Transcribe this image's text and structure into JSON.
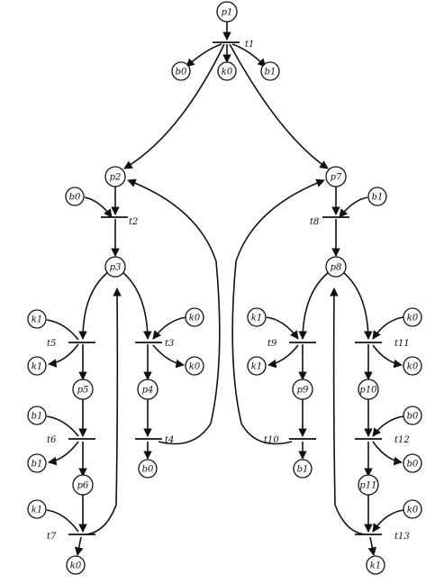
{
  "places": {
    "p1": "p1",
    "p2": "p2",
    "p3": "p3",
    "p4": "p4",
    "p5": "p5",
    "p6": "p6",
    "p7": "p7",
    "p8": "p8",
    "p9": "p9",
    "p10": "p10",
    "p11": "p11",
    "a_b0": "b0",
    "a_k0": "k0",
    "a_b1": "b1",
    "b_b0": "b0",
    "b_b1": "b1",
    "c_k1a": "k1",
    "c_k1b": "k1",
    "c_k0a": "k0",
    "c_k0b": "k0",
    "c_b1a": "b1",
    "c_b1b": "b1",
    "c_b0": "b0",
    "c_k1c": "k1",
    "c_k0c": "k0",
    "d_k1a": "k1",
    "d_k1b": "k1",
    "d_k0a": "k0",
    "d_k0b": "k0",
    "d_b1": "b1",
    "d_b0a": "b0",
    "d_b0b": "b0",
    "d_k0c": "k0",
    "d_k1c": "k1"
  },
  "transitions": {
    "t1": "t1",
    "t2": "t2",
    "t3": "t3",
    "t4": "t4",
    "t5": "t5",
    "t6": "t6",
    "t7": "t7",
    "t8": "t8",
    "t9": "t9",
    "t10": "t10",
    "t11": "t11",
    "t12": "t12",
    "t13": "t13"
  }
}
